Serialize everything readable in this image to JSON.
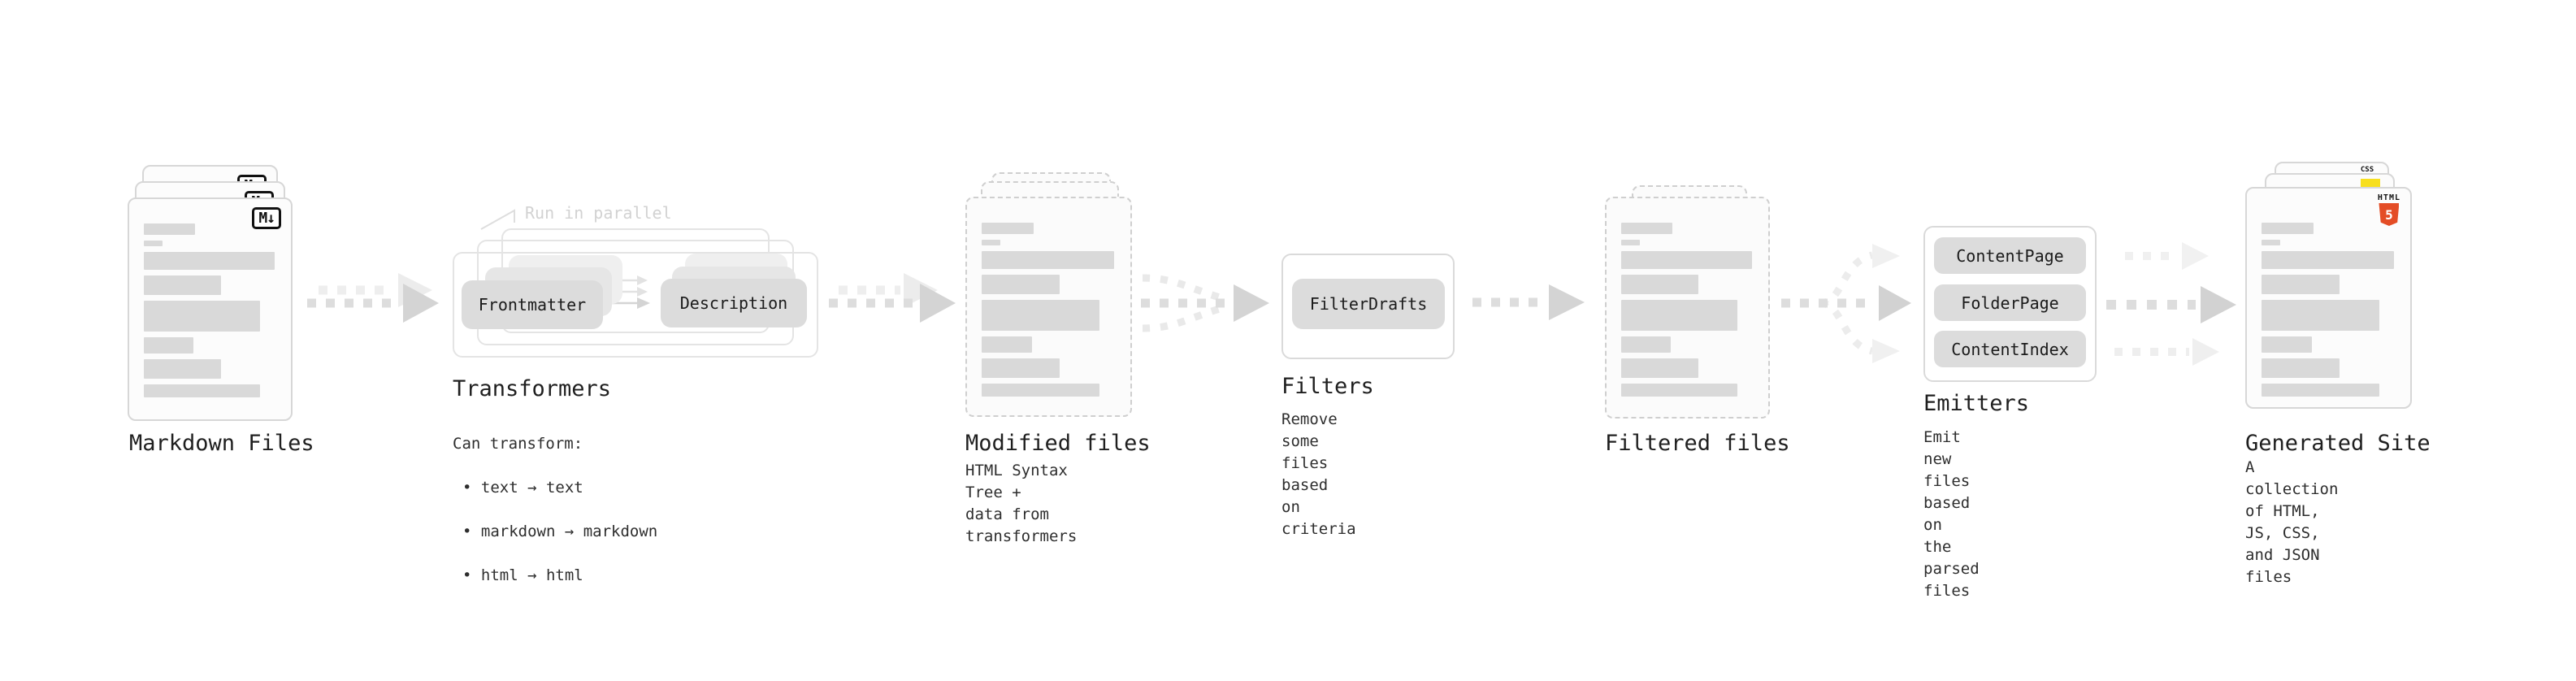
{
  "annotation": {
    "run_in_parallel": "Run in parallel"
  },
  "stages": {
    "markdown_files": {
      "title": "Markdown Files",
      "badge": "M↓"
    },
    "transformers": {
      "title": "Transformers",
      "caption_heading": "Can transform:",
      "bullets": [
        "• text → text",
        "• markdown → markdown",
        "• html → html"
      ],
      "pill_left": "Frontmatter",
      "pill_right": "Description"
    },
    "modified_files": {
      "title": "Modified files",
      "caption": "HTML Syntax Tree +\ndata from transformers"
    },
    "filters": {
      "title": "Filters",
      "caption": "Remove some files based\non criteria",
      "pill": "FilterDrafts"
    },
    "filtered_files": {
      "title": "Filtered files"
    },
    "emitters": {
      "title": "Emitters",
      "caption": "Emit new files based on\nthe parsed files",
      "pills": [
        "ContentPage",
        "FolderPage",
        "ContentIndex"
      ]
    },
    "generated_site": {
      "title": "Generated Site",
      "caption": "A collection of HTML,\nJS, CSS, and JSON files",
      "badges": {
        "css_label": "CSS",
        "html_label": "HTML",
        "html_number": "5"
      }
    }
  },
  "colors": {
    "html5_orange": "#e44d26",
    "js_yellow": "#f7df1e",
    "css_blue": "#2965f1",
    "placeholder_bar_gray": "#d9d9d9",
    "pill_gray": "#dcdcdc",
    "arrow_gray": "#d6d6d6",
    "annotation_gray": "#d2d2d2",
    "text_dark": "#1f1f1f"
  }
}
